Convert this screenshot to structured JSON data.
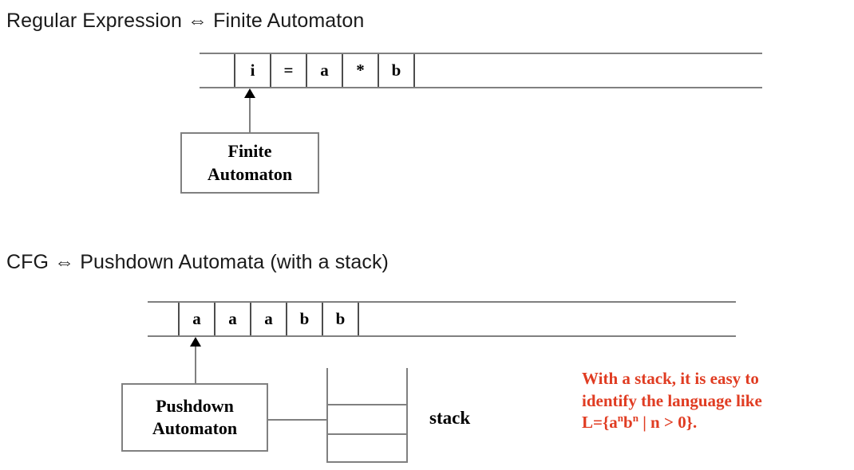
{
  "slide": {
    "background": "#ffffff",
    "accent_red": "#e03c22",
    "line_color": "#808080"
  },
  "sections": [
    {
      "heading": "Regular Expression ⇔ Finite Automaton",
      "tape": {
        "cells": [
          "",
          "i",
          "=",
          "a",
          "*",
          "b"
        ],
        "head_position_index": 1
      },
      "machine_box": {
        "line1": "Finite",
        "line2": "Automaton"
      }
    },
    {
      "heading": "CFG ⇔ Pushdown Automata (with a stack)",
      "tape": {
        "cells": [
          "",
          "a",
          "a",
          "a",
          "b",
          "b"
        ],
        "head_position_index": 1
      },
      "machine_box": {
        "line1": "Pushdown",
        "line2": "Automaton"
      },
      "stack": {
        "label": "stack",
        "slots": 3
      },
      "note": {
        "line1": "With a stack, it is easy to",
        "line2": "identify the language like",
        "line3_prefix": "L={a",
        "line3_sup1": "n",
        "line3_mid": "b",
        "line3_sup2": "n",
        "line3_suffix": " | n > 0}."
      }
    }
  ]
}
